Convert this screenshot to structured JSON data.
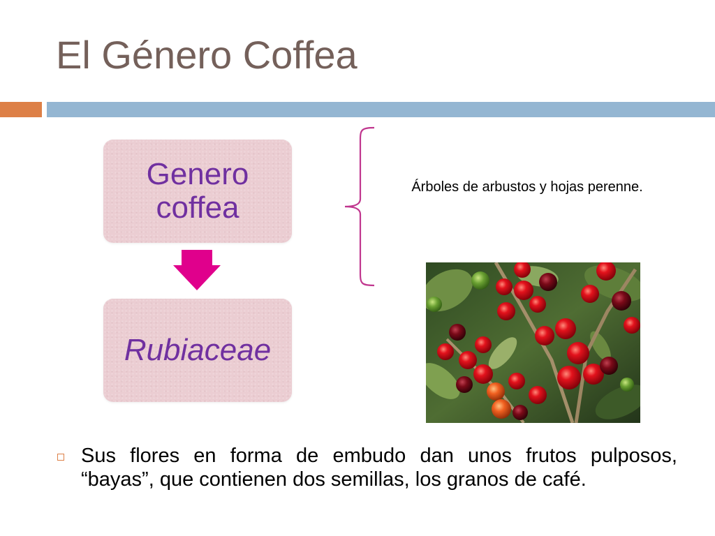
{
  "slide": {
    "title": "El Género Coffea"
  },
  "diagram": {
    "top_box": "Genero coffea",
    "bottom_box": "Rubiaceae",
    "description": "Árboles de arbustos y hojas perenne."
  },
  "bullets": [
    "Sus flores en forma de embudo dan unos frutos pulposos, “bayas”, que contienen dos semillas, los granos de café."
  ],
  "colors": {
    "title": "#74605a",
    "accent_orange": "#dd8047",
    "accent_blue": "#94b6d2",
    "box_fill": "#ebcdd2",
    "box_text": "#7030a0",
    "arrow": "#e0008c",
    "brace": "#c0368e"
  },
  "icons": {
    "arrow": "down-arrow-icon",
    "brace": "left-curly-brace",
    "bullet": "hollow-square-bullet"
  }
}
